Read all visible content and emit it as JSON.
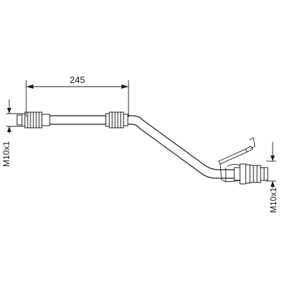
{
  "drawing": {
    "length_dimension": "245",
    "thread_left": "M10x1",
    "thread_right": "M10x1",
    "line_color": "#1a1a1a",
    "background": "#ffffff"
  }
}
